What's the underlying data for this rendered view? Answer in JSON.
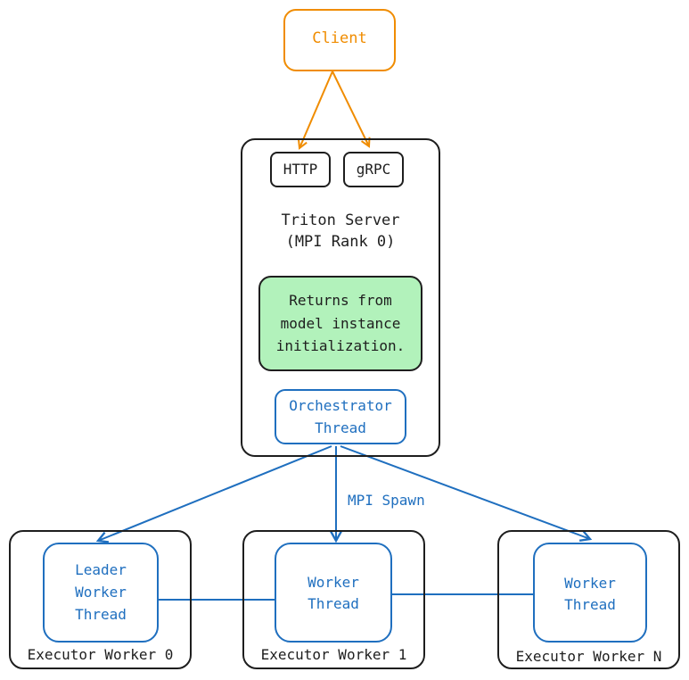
{
  "colors": {
    "client": "#f08c00",
    "server": "#1e1e1e",
    "thread": "#1f6fbf",
    "highlight_fill": "#b2f2bb",
    "highlight_stroke": "#2f9e44"
  },
  "client": {
    "label": "Client"
  },
  "protocols": {
    "http": "HTTP",
    "grpc": "gRPC"
  },
  "server": {
    "title_line1": "Triton Server",
    "title_line2": "(MPI Rank 0)"
  },
  "init_note": {
    "line1": "Returns from",
    "line2": "model instance",
    "line3": "initialization."
  },
  "orchestrator": {
    "line1": "Orchestrator",
    "line2": "Thread"
  },
  "spawn_label": "MPI Spawn",
  "workers": [
    {
      "name": "Executor Worker 0",
      "thread_line1": "Leader",
      "thread_line2": "Worker",
      "thread_line3": "Thread"
    },
    {
      "name": "Executor Worker 1",
      "thread_line1": "Worker",
      "thread_line2": "Thread"
    },
    {
      "name": "Executor Worker N",
      "thread_line1": "Worker",
      "thread_line2": "Thread"
    }
  ]
}
